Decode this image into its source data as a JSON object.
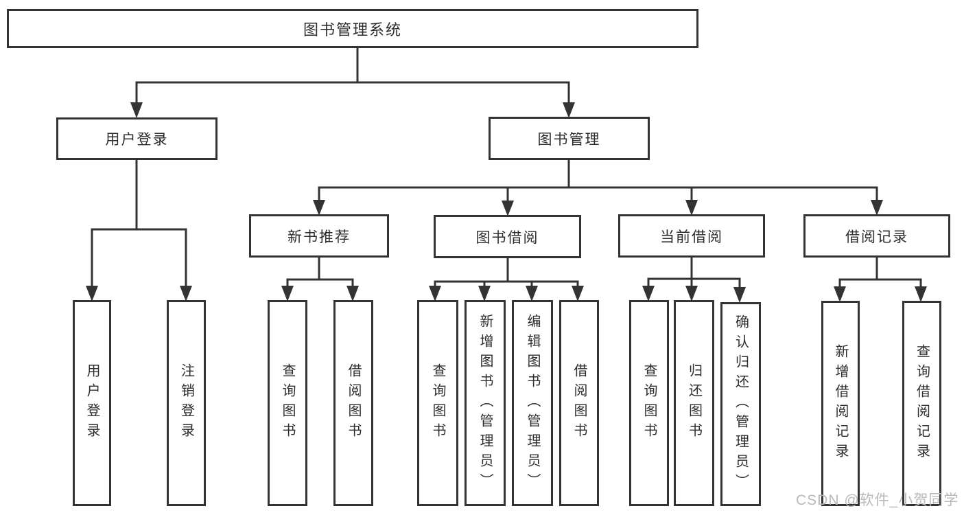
{
  "tree": {
    "label": "图书管理系统",
    "children": [
      {
        "label": "用户登录",
        "children": [
          {
            "label": "用户登录"
          },
          {
            "label": "注销登录"
          }
        ]
      },
      {
        "label": "图书管理",
        "children": [
          {
            "label": "新书推荐",
            "children": [
              {
                "label": "查询图书"
              },
              {
                "label": "借阅图书"
              }
            ]
          },
          {
            "label": "图书借阅",
            "children": [
              {
                "label": "查询图书"
              },
              {
                "label": "新增图书（管理员）"
              },
              {
                "label": "编辑图书（管理员）"
              },
              {
                "label": "借阅图书"
              }
            ]
          },
          {
            "label": "当前借阅",
            "children": [
              {
                "label": "查询图书"
              },
              {
                "label": "归还图书"
              },
              {
                "label": "确认归还（管理员）"
              }
            ]
          },
          {
            "label": "借阅记录",
            "children": [
              {
                "label": "新增借阅记录"
              },
              {
                "label": "查询借阅记录"
              }
            ]
          }
        ]
      }
    ]
  },
  "watermark": {
    "text": "CSDN @软件_小贺同学"
  },
  "colors": {
    "line": "#333333",
    "box_border": "#333333",
    "text": "#2d2d2d",
    "watermark": "#b9b9b9",
    "background": "#ffffff"
  }
}
